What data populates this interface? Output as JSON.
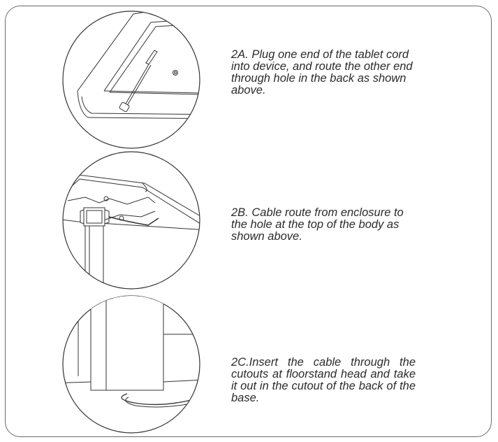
{
  "steps": [
    {
      "id": "2A",
      "text": "2A. Plug one end of the tablet cord into device, and route the other end through hole in the back as shown above."
    },
    {
      "id": "2B",
      "text": "2B. Cable route from enclosure to the hole at the top of the body as shown above."
    },
    {
      "id": "2C",
      "text": "2C.Insert the cable through the cutouts at floorstand head and take it out in the cutout of the back of the base."
    }
  ]
}
